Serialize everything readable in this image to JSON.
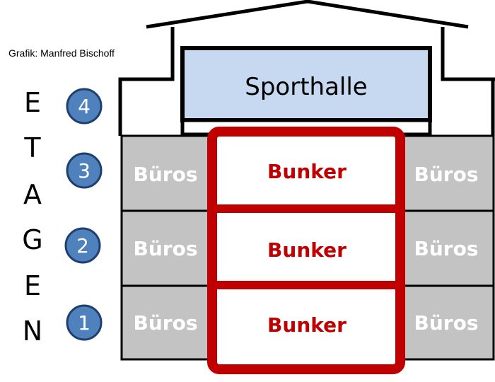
{
  "credit": "Grafik: Manfred Bischoff",
  "vertical_label_letters": [
    "E",
    "T",
    "A",
    "G",
    "E",
    "N"
  ],
  "floor_badges": [
    "4",
    "3",
    "2",
    "1"
  ],
  "top_room": "Sporthalle",
  "floors": [
    {
      "left": "Büros",
      "center": "Bunker",
      "right": "Büros"
    },
    {
      "left": "Büros",
      "center": "Bunker",
      "right": "Büros"
    },
    {
      "left": "Büros",
      "center": "Bunker",
      "right": "Büros"
    }
  ],
  "colors": {
    "outline": "#000000",
    "office_fill": "#c3c3c3",
    "office_text": "#ffffff",
    "bunker_border": "#c00000",
    "bunker_text": "#c00000",
    "hall_fill": "#c6d9f1",
    "badge_fill": "#4f81bd",
    "badge_stroke": "#1f3f6f",
    "badge_text": "#ffffff"
  }
}
